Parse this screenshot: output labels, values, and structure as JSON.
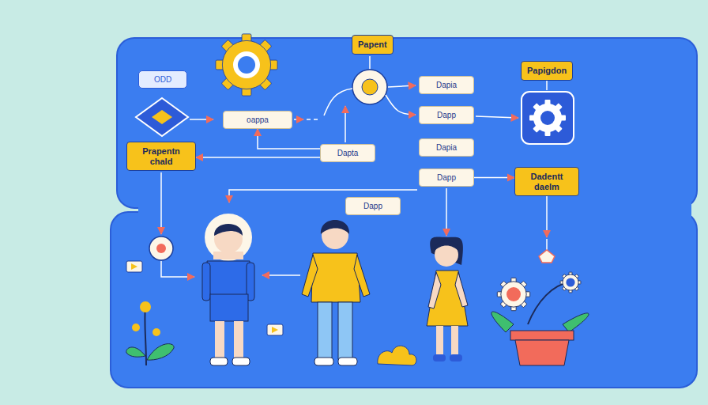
{
  "diagram": {
    "nodes": [
      {
        "text": [
          "Papent"
        ]
      },
      {
        "text": [
          "Papigdon"
        ]
      },
      {
        "text": [
          "ODD"
        ]
      },
      {
        "text": [
          "Dapia"
        ]
      },
      {
        "text": [
          "Dapp"
        ]
      },
      {
        "text": [
          "oappa"
        ]
      },
      {
        "text": [
          "Dapia"
        ]
      },
      {
        "text": [
          "Dapta"
        ]
      },
      {
        "text": [
          "Prapentn chald"
        ]
      },
      {
        "text": [
          "Dapp"
        ]
      },
      {
        "text": [
          "Dadentt daelm"
        ]
      },
      {
        "text": [
          "Dapp"
        ]
      }
    ],
    "edges": [
      {
        "from": 7,
        "to": 8,
        "arrow": "to"
      },
      {
        "from": 7,
        "to": 5,
        "arrow": "to"
      },
      {
        "from": 9,
        "to": 10,
        "arrow": "to"
      }
    ]
  }
}
